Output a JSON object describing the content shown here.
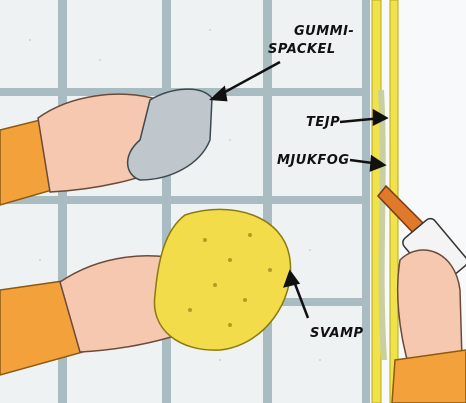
{
  "labels": {
    "gummispackel_line1": "GUMMI-",
    "gummispackel_line2": "SPACKEL",
    "tejp": "TEJP",
    "mjukfog": "MJUKFOG",
    "svamp": "SVAMP"
  },
  "colors": {
    "tile": "#e8eef0",
    "grout": "#9fb5bc",
    "skin": "#f6c8b0",
    "sleeve": "#f3a13a",
    "sponge": "#f2dc4a",
    "tape": "#f0e24a",
    "caulk_tube": "#e07a2a",
    "spatula": "#bfc6cc"
  },
  "icons": {
    "illustration": "tile-grouting-illustration"
  }
}
